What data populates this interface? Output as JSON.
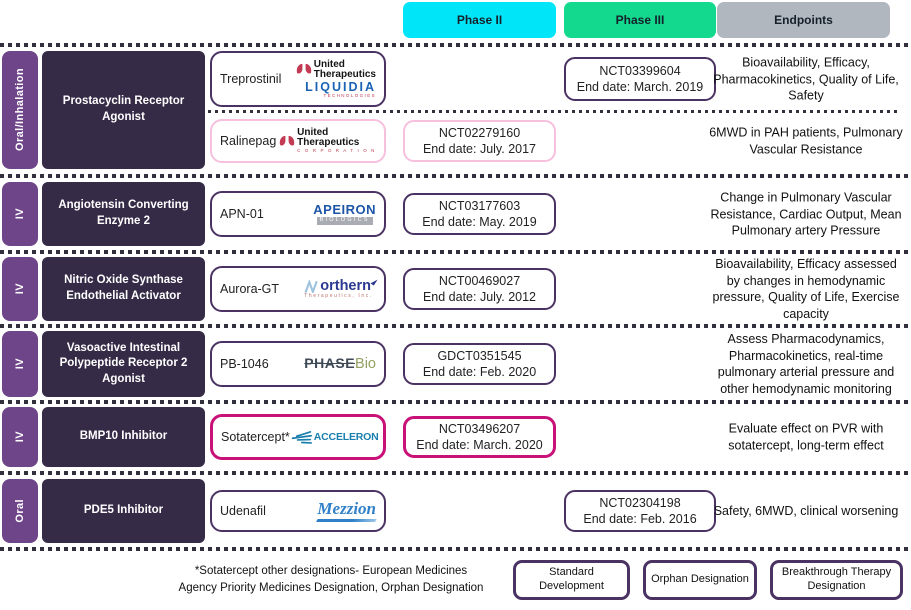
{
  "header": {
    "phase2": "Phase II",
    "phase3": "Phase III",
    "endpoints": "Endpoints"
  },
  "colors": {
    "phase2_bg": "#00e6f8",
    "phase3_bg": "#12d98e",
    "endpoints_bg": "#b1b7be",
    "route_bg": "#6f4589",
    "class_bg": "#362b47",
    "standard_border": "#4a3263",
    "orphan_border": "#f6c0de",
    "breakthrough_border": "#c81277",
    "separator": "#33303d"
  },
  "logos": {
    "united": {
      "line1": "United",
      "line2": "Therapeutics",
      "corp": "C O R P O R A T I O N"
    },
    "liquidia": {
      "name": "LIQUIDIA",
      "sub": "TECHNOLOGIES"
    },
    "apeiron": {
      "name": "APEIRON",
      "sub": "BIOLOGICS"
    },
    "northern": {
      "name": "orthern",
      "sub": "Therapeutics, Inc."
    },
    "phasebio": {
      "part1": "PHASE",
      "part2": "Bio"
    },
    "acceleron": {
      "name": "ACCELERON"
    },
    "mezzion": {
      "name": "Mezzion"
    }
  },
  "groups": [
    {
      "route": "Oral/Inhalation",
      "drug_class": "Prostacyclin Receptor Agonist",
      "entries": [
        {
          "drug": "Treprostinil",
          "designation": "Standard Development",
          "trial_id": "NCT03399604",
          "end_date": "End date: March. 2019",
          "phase": "Phase III",
          "endpoints": "Bioavailability, Efficacy, Pharmacokinetics, Quality of Life, Safety"
        },
        {
          "drug": "Ralinepag",
          "designation": "Orphan Designation",
          "trial_id": "NCT02279160",
          "end_date": "End date: July. 2017",
          "phase": "Phase II",
          "endpoints": "6MWD in PAH patients, Pulmonary Vascular Resistance"
        }
      ]
    },
    {
      "route": "IV",
      "drug_class": "Angiotensin Converting Enzyme 2",
      "entries": [
        {
          "drug": "APN-01",
          "designation": "Standard Development",
          "trial_id": "NCT03177603",
          "end_date": "End date: May. 2019",
          "phase": "Phase II",
          "endpoints": "Change in Pulmonary Vascular Resistance, Cardiac Output, Mean Pulmonary artery Pressure"
        }
      ]
    },
    {
      "route": "IV",
      "drug_class": "Nitric Oxide Synthase Endothelial Activator",
      "entries": [
        {
          "drug": "Aurora-GT",
          "designation": "Standard Development",
          "trial_id": "NCT00469027",
          "end_date": "End date: July. 2012",
          "phase": "Phase II",
          "endpoints": "Bioavailability, Efficacy assessed by changes in hemodynamic pressure, Quality of Life, Exercise capacity"
        }
      ]
    },
    {
      "route": "IV",
      "drug_class": "Vasoactive Intestinal Polypeptide Receptor 2 Agonist",
      "entries": [
        {
          "drug": "PB-1046",
          "designation": "Standard Development",
          "trial_id": "GDCT0351545",
          "end_date": "End date: Feb. 2020",
          "phase": "Phase II",
          "endpoints": "Assess Pharmacodynamics, Pharmacokinetics, real-time pulmonary arterial pressure and other hemodynamic monitoring"
        }
      ]
    },
    {
      "route": "IV",
      "drug_class": "BMP10 Inhibitor",
      "entries": [
        {
          "drug": "Sotatercept*",
          "designation": "Breakthrough Therapy Designation",
          "trial_id": "NCT03496207",
          "end_date": "End date: March. 2020",
          "phase": "Phase II",
          "endpoints": "Evaluate effect on PVR with sotatercept, long-term effect"
        }
      ]
    },
    {
      "route": "Oral",
      "drug_class": "PDE5 Inhibitor",
      "entries": [
        {
          "drug": "Udenafil",
          "designation": "Standard Development",
          "trial_id": "NCT02304198",
          "end_date": "End date: Feb. 2016",
          "phase": "Phase III",
          "endpoints": "Safety, 6MWD, clinical worsening"
        }
      ]
    }
  ],
  "legend": {
    "footnote": "*Sotatercept other designations- European Medicines Agency Priority Medicines Designation, Orphan Designation",
    "standard_label": "Standard Development",
    "orphan_label": "Orphan Designation",
    "breakthrough_label": "Breakthrough Therapy Designation"
  }
}
